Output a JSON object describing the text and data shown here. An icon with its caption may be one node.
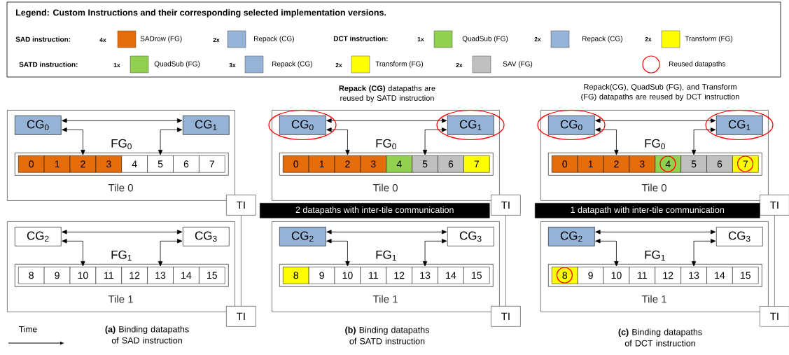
{
  "diagram": {
    "nodes": [
      {
        "text": [
          "Tile 0"
        ]
      },
      {
        "text": [
          "CG$_{0}$"
        ],
        "in": 0
      },
      {
        "text": [
          "CG$_{1}$"
        ],
        "in": 0
      },
      {
        "text": [
          "FG$_{0}$"
        ],
        "in": 0
      },
      {
        "text": [
          "0"
        ],
        "in": 3
      },
      {
        "text": [
          "1"
        ],
        "in": 3
      },
      {
        "text": [
          "2"
        ],
        "in": 3
      },
      {
        "text": [
          "3"
        ],
        "in": 3
      },
      {
        "text": [
          "4"
        ],
        "in": 3
      },
      {
        "text": [
          "5"
        ],
        "in": 3
      },
      {
        "text": [
          "6"
        ],
        "in": 3
      },
      {
        "text": [
          "7"
        ],
        "in": 3
      },
      {
        "text": [
          "TI"
        ]
      },
      {
        "text": [
          "Tile 1"
        ]
      },
      {
        "text": [
          "CG$_{2}$"
        ],
        "in": 13
      },
      {
        "text": [
          "CG$_{3}$"
        ],
        "in": 13
      },
      {
        "text": [
          "FG$_{1}$"
        ],
        "in": 13
      },
      {
        "text": [
          "8"
        ],
        "in": 16
      },
      {
        "text": [
          "9"
        ],
        "in": 16
      },
      {
        "text": [
          "10"
        ],
        "in": 16
      },
      {
        "text": [
          "11"
        ],
        "in": 16
      },
      {
        "text": [
          "12"
        ],
        "in": 16
      },
      {
        "text": [
          "13"
        ],
        "in": 16
      },
      {
        "text": [
          "14"
        ],
        "in": 16
      },
      {
        "text": [
          "15"
        ],
        "in": 16
      },
      {
        "text": [
          "TI"
        ]
      },
      {
        "text": [
          "Tile 0"
        ]
      },
      {
        "text": [
          "CG$_{0}$"
        ],
        "in": 26
      },
      {
        "text": [
          "CG$_{1}$"
        ],
        "in": 26
      },
      {
        "text": [
          "FG$_{0}$"
        ],
        "in": 26
      },
      {
        "text": [
          "0"
        ],
        "in": 29
      },
      {
        "text": [
          "1"
        ],
        "in": 29
      },
      {
        "text": [
          "2"
        ],
        "in": 29
      },
      {
        "text": [
          "3"
        ],
        "in": 29
      },
      {
        "text": [
          "4"
        ],
        "in": 29
      },
      {
        "text": [
          "5"
        ],
        "in": 29
      },
      {
        "text": [
          "6"
        ],
        "in": 29
      },
      {
        "text": [
          "7"
        ],
        "in": 29
      },
      {
        "text": [
          "TI"
        ]
      },
      {
        "text": [
          "2 datapaths with inter-tile communication"
        ]
      },
      {
        "text": [
          "Tile 1"
        ]
      },
      {
        "text": [
          "CG$_{2}$"
        ],
        "in": 40
      },
      {
        "text": [
          "CG$_{3}$"
        ],
        "in": 40
      },
      {
        "text": [
          "FG$_{1}$"
        ],
        "in": 40
      },
      {
        "text": [
          "8"
        ],
        "in": 43
      },
      {
        "text": [
          "9"
        ],
        "in": 43
      },
      {
        "text": [
          "10"
        ],
        "in": 43
      },
      {
        "text": [
          "11"
        ],
        "in": 43
      },
      {
        "text": [
          "12"
        ],
        "in": 43
      },
      {
        "text": [
          "13"
        ],
        "in": 43
      },
      {
        "text": [
          "14"
        ],
        "in": 43
      },
      {
        "text": [
          "15"
        ],
        "in": 43
      },
      {
        "text": [
          "TI"
        ]
      },
      {
        "text": [
          "Tile 0"
        ]
      },
      {
        "text": [
          "CG$_{0}$"
        ],
        "in": 53
      },
      {
        "text": [
          "CG$_{1}$"
        ],
        "in": 53
      },
      {
        "text": [
          "FG$_{0}$"
        ],
        "in": 53
      },
      {
        "text": [
          "0"
        ],
        "in": 56
      },
      {
        "text": [
          "1"
        ],
        "in": 56
      },
      {
        "text": [
          "2"
        ],
        "in": 56
      },
      {
        "text": [
          "3"
        ],
        "in": 56
      },
      {
        "text": [
          "4"
        ],
        "in": 56
      },
      {
        "text": [
          "5"
        ],
        "in": 56
      },
      {
        "text": [
          "6"
        ],
        "in": 56
      },
      {
        "text": [
          "7"
        ],
        "in": 56
      },
      {
        "text": [
          "TI"
        ]
      },
      {
        "text": [
          "1 datapath with inter-tile communication"
        ]
      },
      {
        "text": [
          "Tile 1"
        ]
      },
      {
        "text": [
          "CG$_{2}$"
        ],
        "in": 67
      },
      {
        "text": [
          "CG$_{3}$"
        ],
        "in": 67
      },
      {
        "text": [
          "FG$_{1}$"
        ],
        "in": 67
      },
      {
        "text": [
          "8"
        ],
        "in": 70
      },
      {
        "text": [
          "9"
        ],
        "in": 70
      },
      {
        "text": [
          "10"
        ],
        "in": 70
      },
      {
        "text": [
          "11"
        ],
        "in": 70
      },
      {
        "text": [
          "12"
        ],
        "in": 70
      },
      {
        "text": [
          "13"
        ],
        "in": 70
      },
      {
        "text": [
          "14"
        ],
        "in": 70
      },
      {
        "text": [
          "15"
        ],
        "in": 70
      },
      {
        "text": [
          "TI"
        ]
      }
    ],
    "edges": [
      {
        "from": 1,
        "to": 2,
        "arrow": "both"
      },
      {
        "from": 1,
        "to": 6,
        "arrow": "both"
      },
      {
        "from": 2,
        "to": 9,
        "arrow": "both"
      },
      {
        "from": 14,
        "to": 15,
        "arrow": "both"
      },
      {
        "from": 14,
        "to": 19,
        "arrow": "both"
      },
      {
        "from": 15,
        "to": 22,
        "arrow": "both"
      },
      {
        "from": 12,
        "to": 25,
        "arrow": "none",
        "color": "#666666"
      },
      {
        "from": 27,
        "to": 28,
        "arrow": "both"
      },
      {
        "from": 27,
        "to": 32,
        "arrow": "both"
      },
      {
        "from": 28,
        "to": 35,
        "arrow": "both"
      },
      {
        "from": 41,
        "to": 42,
        "arrow": "both"
      },
      {
        "from": 41,
        "to": 46,
        "arrow": "both"
      },
      {
        "from": 42,
        "to": 49,
        "arrow": "both"
      },
      {
        "from": 38,
        "to": 52,
        "arrow": "none",
        "color": "#666666"
      },
      {
        "from": 54,
        "to": 55,
        "arrow": "both"
      },
      {
        "from": 54,
        "to": 59,
        "arrow": "both"
      },
      {
        "from": 55,
        "to": 62,
        "arrow": "both"
      },
      {
        "from": 68,
        "to": 69,
        "arrow": "both"
      },
      {
        "from": 68,
        "to": 73,
        "arrow": "both"
      },
      {
        "from": 69,
        "to": 76,
        "arrow": "both"
      },
      {
        "from": 65,
        "to": 79,
        "arrow": "none",
        "color": "#666666"
      }
    ],
    "labels": [
      "Legend: Custom Instructions and their corresponding selected implementation versions.",
      "SAD instruction:",
      "4x",
      "2x",
      "DCT instruction:",
      "1x",
      "2x",
      "2x",
      "SATD instruction:",
      "1x",
      "3x",
      "2x",
      "2x",
      "**Repack (CG)** datapaths are reused by SATD instruction",
      "Repack(CG), QuadSub (FG), and Transform (FG) datapaths are reused by DCT instruction",
      "Time",
      "**(a)** Binding datapaths of SAD instruction",
      "**(b)** Binding datapaths of SATD instruction",
      "**(c)** Binding datapaths of DCT instruction"
    ],
    "legend": [
      {
        "text": "SADrow (FG)",
        "color": "#e46c0a"
      },
      {
        "text": "Repack (CG)",
        "color": "#95b3d7"
      },
      {
        "text": "QuadSub (FG)",
        "color": "#92d050"
      },
      {
        "text": "Repack (CG)",
        "color": "#95b3d7"
      },
      {
        "text": "Transform (FG)",
        "color": "#ffff00"
      },
      {
        "text": "QuadSub (FG)",
        "color": "#92d050"
      },
      {
        "text": "Repack (CG)",
        "color": "#95b3d7"
      },
      {
        "text": "Transform (FG)",
        "color": "#ffff00"
      },
      {
        "text": "SAV (FG)",
        "color": "#bfbfbf"
      },
      {
        "text": "Reused datapaths"
      }
    ]
  }
}
